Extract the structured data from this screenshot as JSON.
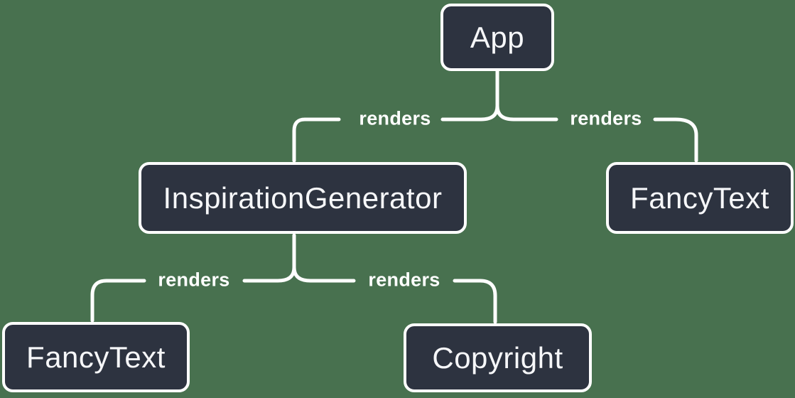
{
  "colors": {
    "background": "#48714F",
    "node_fill": "#2D3340",
    "node_border": "#FFFFFF",
    "edge_line": "#FFFFFF",
    "node_text": "#F6F7F9",
    "edge_label_text": "#FFFFFF"
  },
  "tree": {
    "type": "component-render-tree",
    "root": "App",
    "nodes": [
      {
        "id": "app",
        "label": "App"
      },
      {
        "id": "inspiration-generator",
        "label": "InspirationGenerator"
      },
      {
        "id": "fancy-text-top",
        "label": "FancyText"
      },
      {
        "id": "fancy-text-bottom",
        "label": "FancyText"
      },
      {
        "id": "copyright",
        "label": "Copyright"
      }
    ],
    "edges": [
      {
        "from": "App",
        "to": "InspirationGenerator",
        "label": "renders"
      },
      {
        "from": "App",
        "to": "FancyText",
        "label": "renders"
      },
      {
        "from": "InspirationGenerator",
        "to": "FancyText",
        "label": "renders"
      },
      {
        "from": "InspirationGenerator",
        "to": "Copyright",
        "label": "renders"
      }
    ]
  }
}
